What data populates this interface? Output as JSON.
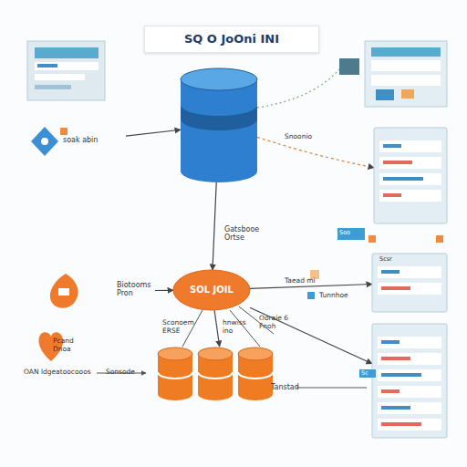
{
  "diagram": {
    "title": "SQ O JoOni INI",
    "nodes": [
      {
        "text": [
          "soak abin"
        ]
      },
      {
        "text": [
          "Gatsbooe Ortse"
        ]
      },
      {
        "text": [
          "SOL JOIL"
        ]
      },
      {
        "text": [
          "Biotooms Pron"
        ]
      },
      {
        "text": [
          "Tanstad"
        ]
      },
      {
        "text": [
          "Scsr"
        ]
      },
      {
        "text": [
          "Sc"
        ]
      },
      {
        "text": [
          "Soo"
        ]
      }
    ],
    "edges": [
      {
        "from": 0,
        "to": 1,
        "arrow": "to"
      },
      {
        "from": 1,
        "to": 2,
        "arrow": "to"
      },
      {
        "from": 3,
        "to": 2,
        "arrow": "to"
      },
      {
        "from": 2,
        "to": 4,
        "arrow": "to"
      },
      {
        "from": 2,
        "to": 5,
        "arrow": "to",
        "label": "Tunnhoe"
      },
      {
        "from": 2,
        "to": 6,
        "arrow": "to"
      },
      {
        "from": 1,
        "to": 7,
        "arrow": "to",
        "label": "Snoonio"
      }
    ],
    "labels": [
      "Sconoem ERSE",
      "hnwiss ino",
      "Ooraie 6 Fnoh",
      "Taead mi",
      "Pcand Dnoa",
      "OAN ldgeatoocooos",
      "Sonsode"
    ]
  }
}
